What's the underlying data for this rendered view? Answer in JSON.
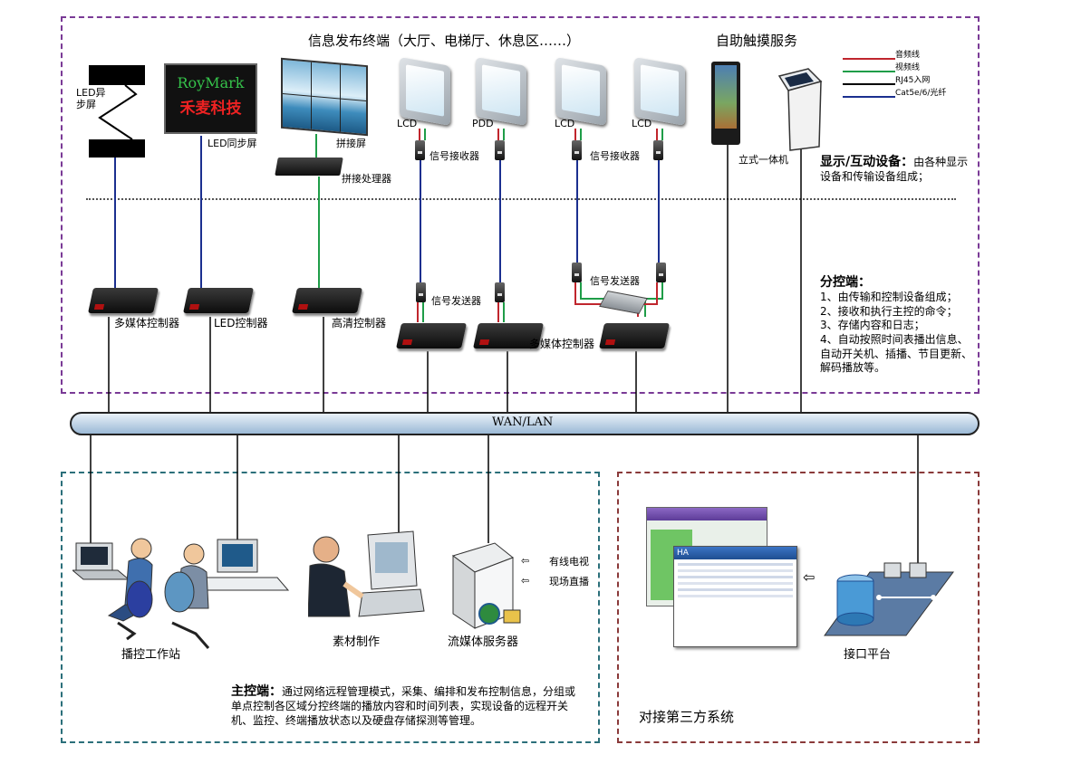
{
  "display_section": {
    "title": "信息发布终端（大厅、电梯厅、休息区……）",
    "touch_title": "自助触摸服务",
    "led_async_label": "LED异\n步屏",
    "led_sync_label": "LED同步屏",
    "sign_brand": "RoyMark",
    "sign_text": "禾麦科技",
    "splice_screen_label": "拼接屏",
    "splice_processor_label": "拼接处理器",
    "lcd1": "LCD",
    "pdd": "PDD",
    "lcd2": "LCD",
    "lcd3": "LCD",
    "receiver_label_1": "信号接收器",
    "receiver_label_2": "信号接收器",
    "kiosk_label": "立式一体机",
    "display_note_bold": "显示/互动设备：",
    "display_note_rest": "由各种显示设备和传输设备组成；"
  },
  "legend": {
    "items": [
      {
        "label": "音频线",
        "color": "#c0262d"
      },
      {
        "label": "视频线",
        "color": "#1f9d48"
      },
      {
        "label": "RJ45入网",
        "color": "#000000"
      },
      {
        "label": "Cat5e/6/光纤",
        "color": "#1b2f8f"
      }
    ]
  },
  "controllers": {
    "multimedia_1": "多媒体控制器",
    "led": "LED控制器",
    "hd": "高清控制器",
    "sender_1": "信号发送器",
    "sender_2": "信号发送器",
    "multimedia_2": "多媒体控制器"
  },
  "branch_note": {
    "title": "分控端：",
    "lines": [
      "1、由传输和控制设备组成；",
      "2、接收和执行主控的命令；",
      "3、存储内容和日志；",
      "4、自动按照时间表播出信息、自动开关机、插播、节目更新、解码播放等。"
    ]
  },
  "network": {
    "label": "WAN/LAN"
  },
  "master_section": {
    "workstation_label": "播控工作站",
    "material_label": "素材制作",
    "server_label": "流媒体服务器",
    "cable_tv": "有线电视",
    "live": "现场直播",
    "note_bold": "主控端：",
    "note_text": "通过网络远程管理模式，采集、编排和发布控制信息，分组或单点控制各区域分控终端的播放内容和时间列表，实现设备的远程开关机、监控、终端播放状态以及硬盘存储探测等管理。"
  },
  "third_party": {
    "interface_label": "接口平台",
    "title": "对接第三方系统",
    "window_brand": "HA"
  },
  "colors": {
    "purple_box": "#7a3a96",
    "teal_box": "#2b6f7a",
    "brown_box": "#8a3a3a",
    "audio": "#c0262d",
    "video": "#1f9d48",
    "cat": "#1b2f8f",
    "bus": "#bcd3ea"
  }
}
